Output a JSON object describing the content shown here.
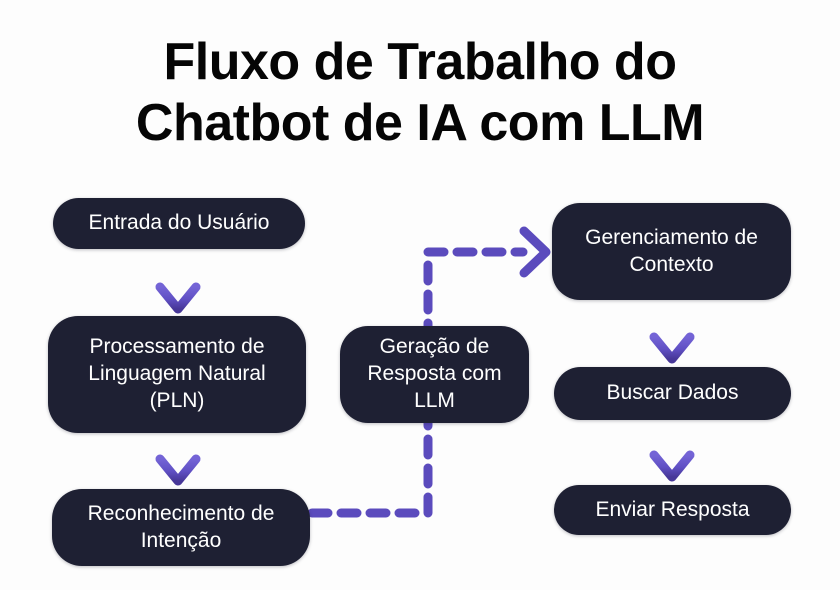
{
  "page": {
    "title_line1": "Fluxo de Trabalho do",
    "title_line2": "Chatbot de IA com LLM",
    "title_full": "Fluxo de Trabalho do\nChatbot de IA com LLM",
    "background_color": "#fdfdfd"
  },
  "theme": {
    "node_fill": "#1e2033",
    "node_text": "#ffffff",
    "arrow_purple_light": "#6e5bd0",
    "arrow_purple_dark": "#4a3aa8",
    "dash_purple": "#5b4bbd",
    "title_color": "#050505"
  },
  "nodes": {
    "user_input": {
      "label": "Entrada do Usuário"
    },
    "nlp": {
      "label": "Processamento de\nLinguagem Natural\n(PLN)"
    },
    "intent": {
      "label": "Reconhecimento de\nIntenção"
    },
    "llm": {
      "label": "Geração de\nResposta com\nLLM"
    },
    "context": {
      "label": "Gerenciamento de\nContexto"
    },
    "fetch": {
      "label": "Buscar Dados"
    },
    "send": {
      "label": "Enviar Resposta"
    }
  },
  "connectors": [
    {
      "name": "user-input-to-nlp",
      "style": "solid-arrow",
      "direction": "down",
      "from": "user_input",
      "to": "nlp"
    },
    {
      "name": "nlp-to-intent",
      "style": "solid-arrow",
      "direction": "down",
      "from": "nlp",
      "to": "intent"
    },
    {
      "name": "intent-to-context",
      "style": "dashed-arrow",
      "direction": "right",
      "from": "intent",
      "to": "context"
    },
    {
      "name": "context-to-fetch",
      "style": "solid-arrow",
      "direction": "down",
      "from": "context",
      "to": "fetch"
    },
    {
      "name": "fetch-to-send",
      "style": "solid-arrow",
      "direction": "down",
      "from": "fetch",
      "to": "send"
    }
  ],
  "diagram_type": "flowchart"
}
